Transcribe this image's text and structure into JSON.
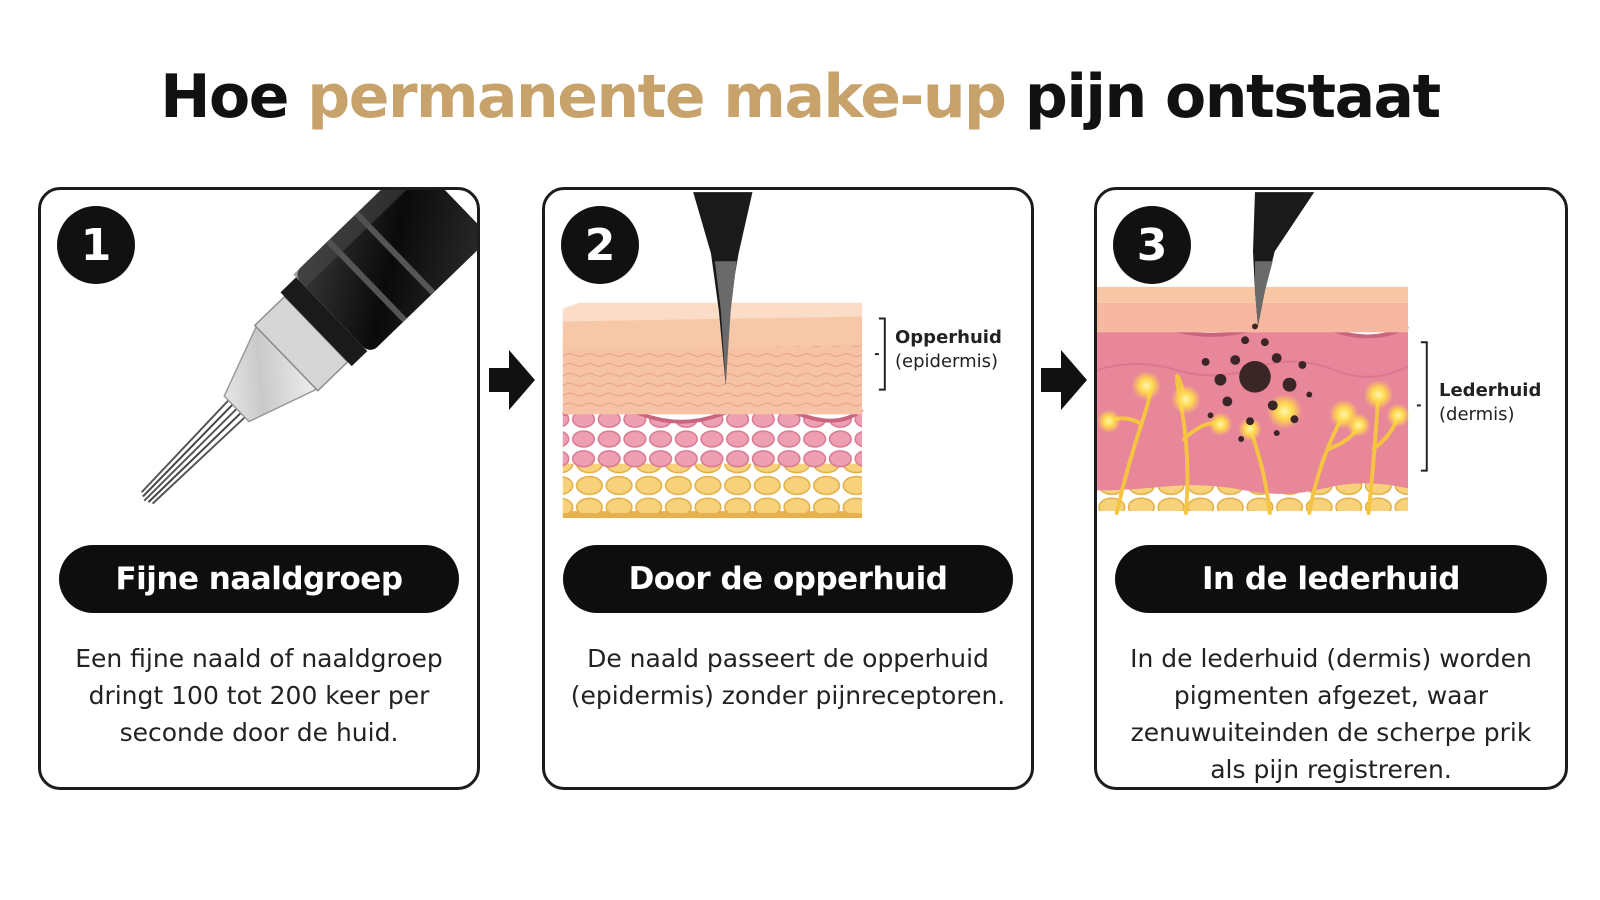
{
  "title": {
    "part1": "Hoe ",
    "accent": "permanente make-up",
    "part2": " pijn ontstaat"
  },
  "colors": {
    "accent": "#c7a26a",
    "dark": "#111111",
    "epidermis": "#f4b896",
    "dermis": "#e57f96",
    "fat": "#f2c45e",
    "nerve_glow": "#ffd84d",
    "pigment": "#3a2626"
  },
  "steps": [
    {
      "number": "1",
      "label": "Fijne naaldgroep",
      "description": "Een fijne naald of naaldgroep dringt 100 tot 200 keer per seconde door de huid.",
      "icon": "needle-cartridge-icon"
    },
    {
      "number": "2",
      "label": "Door de opperhuid",
      "description": "De naald passeert de opperhuid (epidermis) zonder pijnreceptoren.",
      "layer_name": "Opperhuid",
      "layer_sub": "(epidermis)",
      "icon": "skin-cross-section-icon"
    },
    {
      "number": "3",
      "label": "In de lederhuid",
      "description": "In de lederhuid (dermis) worden pigmenten afgezet, waar zenuwuiteinden de scherpe prik als pijn registreren.",
      "layer_name": "Lederhuid",
      "layer_sub": "(dermis)",
      "icon": "nerve-endings-icon"
    }
  ],
  "arrows": [
    "arrow-right-icon",
    "arrow-right-icon"
  ]
}
